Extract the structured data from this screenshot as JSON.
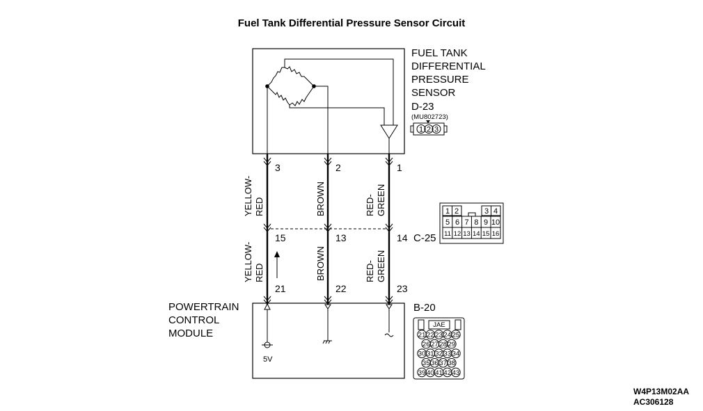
{
  "title": "Fuel Tank Differential Pressure Sensor Circuit",
  "sensor": {
    "name_lines": [
      "FUEL TANK",
      "DIFFERENTIAL",
      "PRESSURE",
      "SENSOR"
    ],
    "connector_id": "D-23",
    "part_number": "(MU802723)",
    "pins": [
      "1",
      "2",
      "3"
    ]
  },
  "pcm": {
    "name_lines": [
      "POWERTRAIN",
      "CONTROL",
      "MODULE"
    ],
    "connector_id": "B-20",
    "supply_label": "5V",
    "connector_brand": "JAE",
    "connector_rows": [
      [
        "21",
        "22",
        "23",
        "24",
        "25"
      ],
      [
        "26",
        "27",
        "28",
        "29"
      ],
      [
        "30",
        "31",
        "32",
        "33",
        "34"
      ],
      [
        "35",
        "36",
        "37",
        "38"
      ],
      [
        "39",
        "40",
        "41",
        "42",
        "43"
      ]
    ]
  },
  "intermediate_connector": {
    "id": "C-25",
    "rows": [
      [
        "1",
        "2",
        "",
        "3",
        "4"
      ],
      [
        "5",
        "6",
        "7",
        "8",
        "9",
        "10"
      ],
      [
        "11",
        "12",
        "13",
        "14",
        "15",
        "16"
      ]
    ]
  },
  "wires": [
    {
      "color_lines": [
        "YELLOW-",
        "RED"
      ],
      "sensor_pin": "3",
      "c25_pin": "15",
      "pcm_pin": "21",
      "lower_color_lines": [
        "YELLOW-",
        "RED"
      ]
    },
    {
      "color_lines": [
        "BROWN"
      ],
      "sensor_pin": "2",
      "c25_pin": "13",
      "pcm_pin": "22",
      "lower_color_lines": [
        "BROWN"
      ]
    },
    {
      "color_lines": [
        "RED-",
        "GREEN"
      ],
      "sensor_pin": "1",
      "c25_pin": "14",
      "pcm_pin": "23",
      "lower_color_lines": [
        "RED-",
        "GREEN"
      ]
    }
  ],
  "footer_codes": [
    "W4P13M02AA",
    "AC306128"
  ]
}
